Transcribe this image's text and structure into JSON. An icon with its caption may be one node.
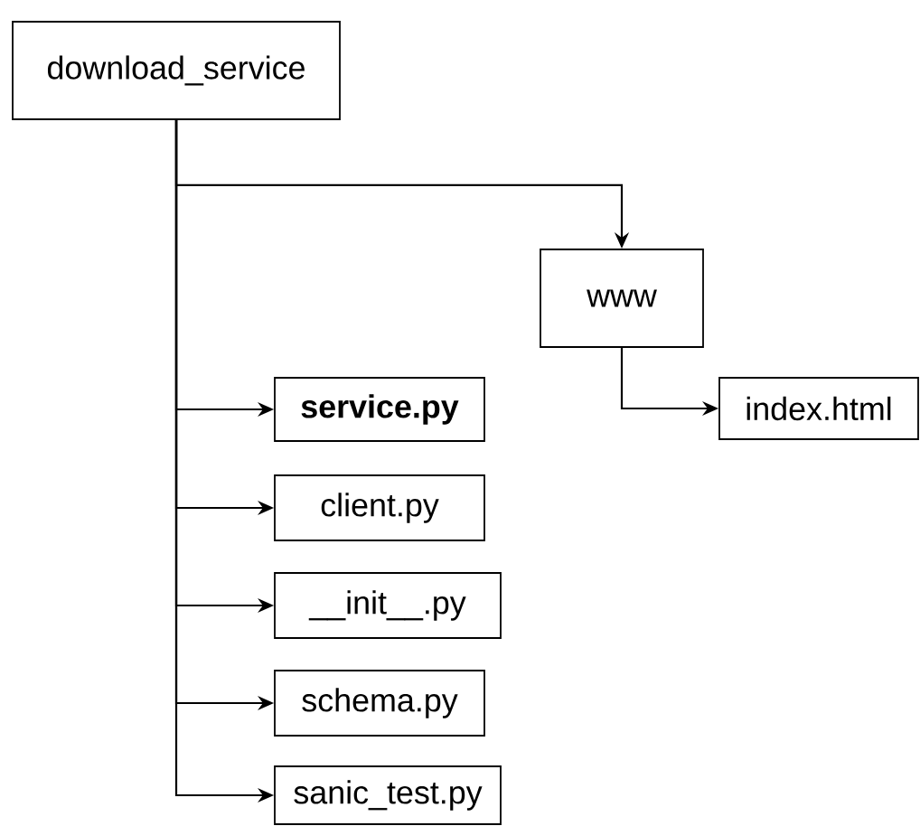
{
  "diagram": {
    "nodes": [
      {
        "text": [
          "download_service"
        ]
      },
      {
        "text": [
          "www"
        ]
      },
      {
        "text": [
          "index.html"
        ]
      },
      {
        "text": [
          "service.py"
        ]
      },
      {
        "text": [
          "client.py"
        ]
      },
      {
        "text": [
          "__init__.py"
        ]
      },
      {
        "text": [
          "schema.py"
        ]
      },
      {
        "text": [
          "sanic_test.py"
        ]
      }
    ],
    "edges": [
      {
        "from": 0,
        "to": 1,
        "arrow": "to"
      },
      {
        "from": 1,
        "to": 2,
        "arrow": "to"
      },
      {
        "from": 0,
        "to": 3,
        "arrow": "to"
      },
      {
        "from": 0,
        "to": 4,
        "arrow": "to"
      },
      {
        "from": 0,
        "to": 5,
        "arrow": "to"
      },
      {
        "from": 0,
        "to": 6,
        "arrow": "to"
      },
      {
        "from": 0,
        "to": 7,
        "arrow": "to"
      }
    ]
  }
}
